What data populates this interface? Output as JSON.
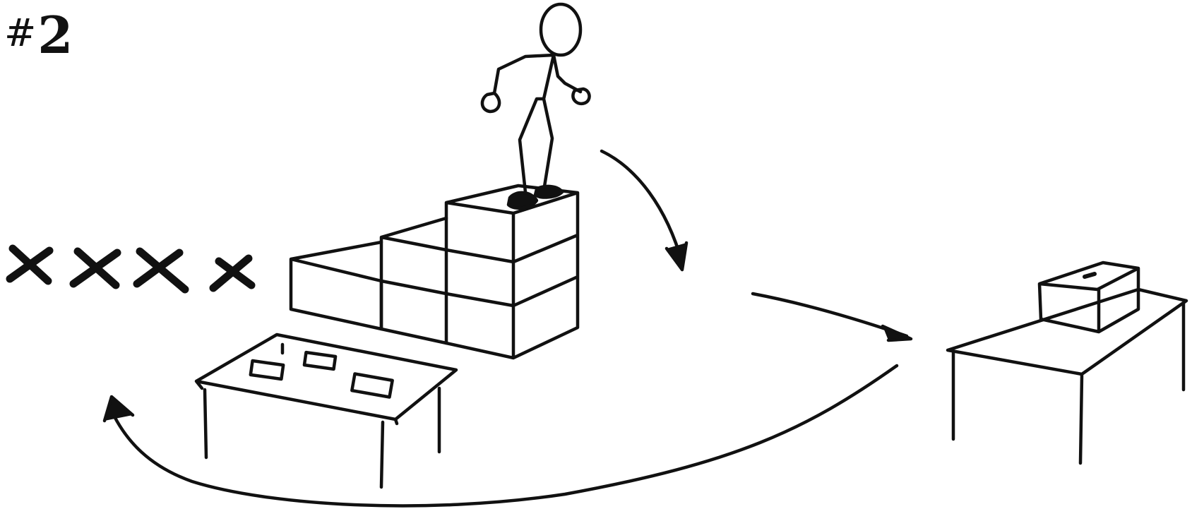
{
  "diagram": {
    "label_prefix": "#",
    "label_number": "2",
    "x_marks": [
      "X",
      "X",
      "X",
      "X"
    ],
    "colors": {
      "ink": "#111111",
      "background": "#ffffff"
    }
  }
}
